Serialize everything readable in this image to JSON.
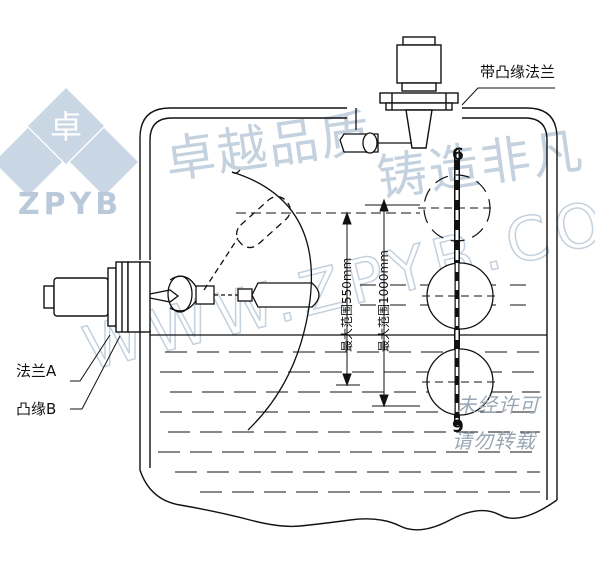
{
  "labels": {
    "top_flange": "带凸缘法兰",
    "flange_a": "法兰A",
    "boss_b": "凸缘B",
    "range_550": "最大范围550mm",
    "range_1000": "最大范围1000mm",
    "marker_top": "6",
    "marker_bottom": "9"
  },
  "watermark": {
    "logo_char": "卓",
    "logo_text": "ZPYB",
    "slogan_left": "卓越品质",
    "slogan_right": "铸造非凡",
    "url": "WWW.ZPYB.COM",
    "notice_line1": "未经许可",
    "notice_line2": "请勿转载"
  },
  "colors": {
    "line": "#111111",
    "watermark": "#b9c9d9",
    "watermark_notice": "#9aa7b4"
  }
}
